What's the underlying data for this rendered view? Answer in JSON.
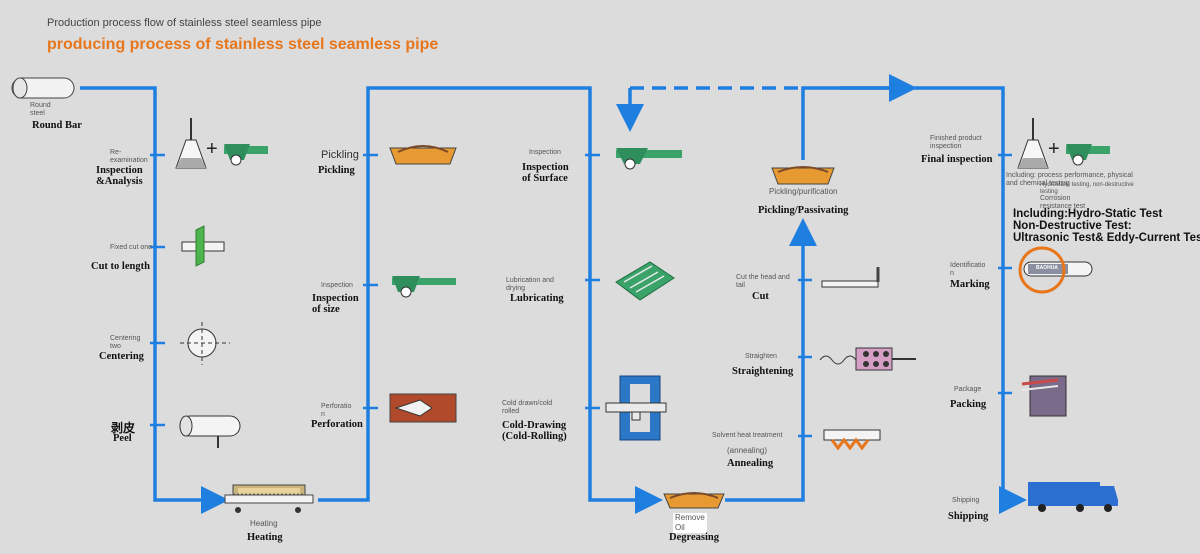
{
  "header": "Production process flow of stainless steel seamless pipe",
  "title": "producing process of stainless steel seamless pipe",
  "col1": {
    "round_steel_small": "Round\nsteel",
    "round_bar": "Round Bar",
    "reexam_small": "Re-\nexamination",
    "inspection_analysis": "Inspection\n&Analysis",
    "plus": "+",
    "fixed_cut_small": "Fixed cut one",
    "cut_to_length": "Cut to length",
    "centering_small": "Centering\ntwo",
    "centering": "Centering",
    "peel_cn": "剥皮",
    "peel": "Peel"
  },
  "col2": {
    "heating_small": "Heating",
    "heating": "Heating",
    "pickling_small": "Pickling",
    "pickling": "Pickling",
    "inspection_small": "Inspection",
    "inspection_size": "Inspection\nof size",
    "perforation_small": "Perforatio\nn",
    "perforation": "Perforation"
  },
  "col3": {
    "inspection_small": "Inspection",
    "inspection_surface": "Inspection\nof Surface",
    "lubrication_small": "Lubrication and\ndrying",
    "lubricating": "Lubricating",
    "colddrawn_small": "Cold drawn/cold\nrolled",
    "cold_drawing": "Cold-Drawing\n(Cold-Rolling)",
    "remove_oil_small": "Remove\nOil",
    "degreasing": "Degreasing"
  },
  "col4": {
    "pickling_purif_small": "Pickling/purification",
    "pickling_passivating": "Pickling/Passivating",
    "cut_small": "Cut the head and\ntail",
    "cut": "Cut",
    "straighten_small": "Straighten",
    "straightening": "Straightening",
    "solvent_small": "Solvent heat treatment",
    "annealing_small": "(annealing)",
    "annealing": "Annealing"
  },
  "col5": {
    "finished_small": "Finished product\ninspection",
    "final_inspection": "Final inspection",
    "plus": "+",
    "including_small": "Including: process performance, physical\nand chemical testing",
    "hydro_small": "Hydrostatic testing, non-destructive\ntesting",
    "corrosion_small": "Corrosion\nresistance test",
    "including_big": "Including:Hydro-Static Test\nNon-Destructive Test:\nUltrasonic Test& Eddy-Current Test",
    "identification_small": "Identificatio\nn",
    "marking": "Marking",
    "stamp_text": "BAOHUA",
    "package_small": "Package",
    "packing": "Packing",
    "shipping_small": "Shipping",
    "shipping": "Shipping"
  },
  "colors": {
    "flow": "#1e7fe0",
    "title": "#e8761a",
    "machine_green": "#3aa36a",
    "highlight": "#e8761a"
  }
}
